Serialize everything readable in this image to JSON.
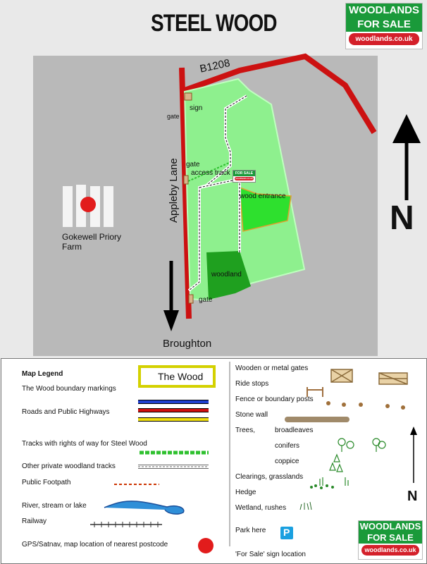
{
  "title": "STEEL WOOD",
  "logo": {
    "line1": "WOODLANDS",
    "line2": "FOR SALE",
    "url": "woodlands.co.uk",
    "mini": "FOR SALE"
  },
  "map": {
    "road_name": "B1208",
    "lane_name": "Appleby Lane",
    "farm_name": "Gokewell Priory Farm",
    "destination": "Broughton",
    "north": "N",
    "labels": {
      "sign": "sign",
      "gate_top": "gate",
      "gate_mid": "gate",
      "access_track": "access track",
      "wood_entrance": "wood entrance",
      "woodland": "woodland",
      "gate_bottom": "gate"
    }
  },
  "legend": {
    "title": "Map Legend",
    "wood_label": "The Wood",
    "left": [
      "The Wood boundary markings",
      "Roads and Public Highways",
      "Tracks with rights of way for Steel Wood",
      "Other private woodland tracks",
      "Public Footpath",
      "River, stream or lake",
      "Railway",
      "GPS/Satnav, map location of nearest postcode"
    ],
    "right": [
      "Wooden or metal gates",
      "Ride stops",
      "Fence or boundary posts",
      "Stone wall",
      "Trees,",
      "broadleaves",
      "conifers",
      "coppice",
      "Clearings, grasslands",
      "Hedge",
      "Wetland, rushes",
      "Park here",
      "'For Sale'  sign location"
    ],
    "park_symbol": "P",
    "north": "N"
  },
  "colors": {
    "map_bg": "#b9b9b9",
    "wood_light": "#8ef08e",
    "wood_entrance": "#2ee02e",
    "woodland_dark": "#1fa01f",
    "road": "#cc1111",
    "logo_green": "#1a9a3a",
    "logo_red": "#d4202a"
  }
}
